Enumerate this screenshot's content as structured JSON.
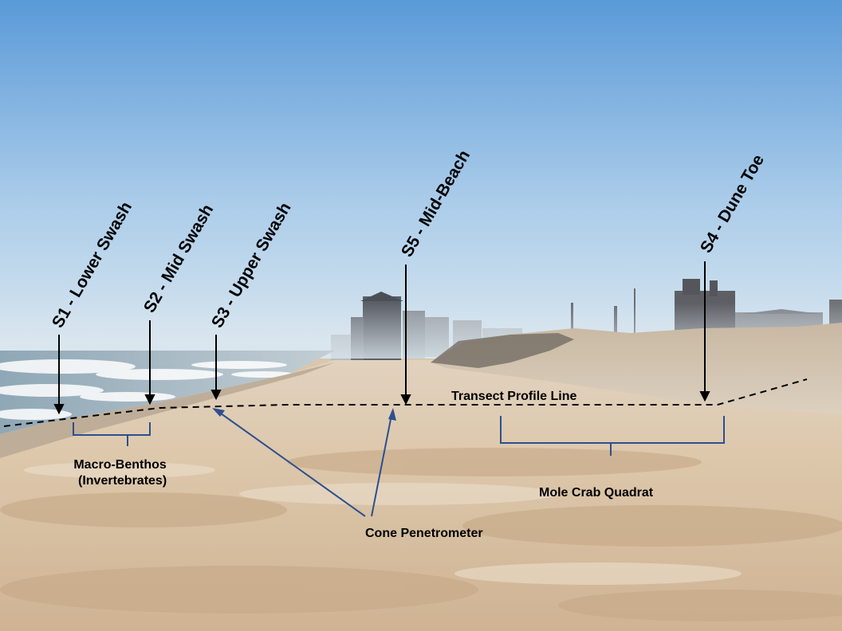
{
  "stations": [
    {
      "id": "s1",
      "label": "S1 -  Lower Swash"
    },
    {
      "id": "s2",
      "label": "S2 -  Mid Swash"
    },
    {
      "id": "s3",
      "label": "S3 -  Upper Swash"
    },
    {
      "id": "s5",
      "label": "S5 -  Mid-Beach"
    },
    {
      "id": "s4",
      "label": "S4 - Dune Toe"
    }
  ],
  "annotations": {
    "transect": "Transect Profile Line",
    "macro_benthos_line1": "Macro-Benthos",
    "macro_benthos_line2": "(Invertebrates)",
    "mole_crab": "Mole Crab Quadrat",
    "cone_penetrometer": "Cone Penetrometer"
  },
  "colors": {
    "sky_top": "#5a9ad8",
    "sky_horizon": "#d7e6f1",
    "ocean": "#9eb4c2",
    "sand_light": "#e5d4bc",
    "sand_dark": "#c9ab8a",
    "annotation_blue": "#2d4f8e",
    "label_black": "#000000"
  }
}
